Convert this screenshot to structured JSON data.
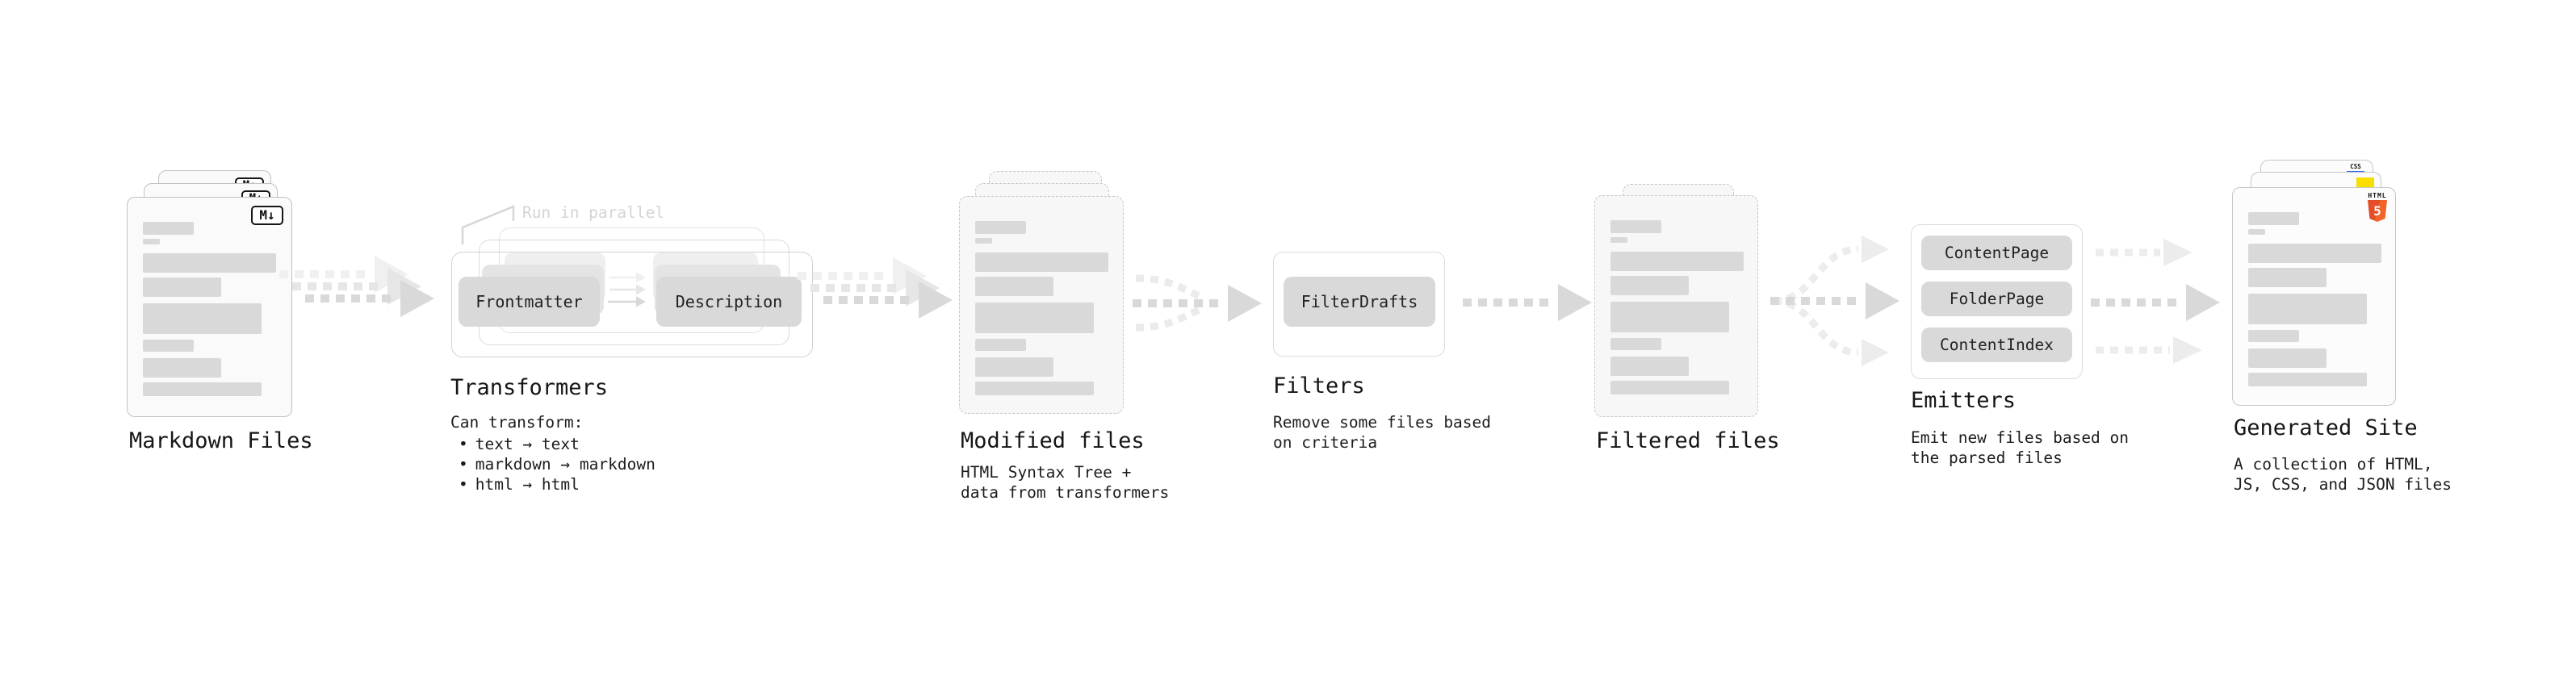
{
  "markdown_files": {
    "label": "Markdown Files",
    "file_icon": "M↓"
  },
  "transformers": {
    "label": "Transformers",
    "parallel_note": "Run in parallel",
    "input_pill": "Frontmatter",
    "output_pill": "Description",
    "caption_heading": "Can transform:",
    "bullets": [
      "text → text",
      "markdown → markdown",
      "html → html"
    ]
  },
  "modified_files": {
    "label": "Modified files",
    "caption": "HTML Syntax Tree +\ndata from transformers"
  },
  "filters": {
    "label": "Filters",
    "pill": "FilterDrafts",
    "caption": "Remove some files based\non criteria"
  },
  "filtered_files": {
    "label": "Filtered files"
  },
  "emitters": {
    "label": "Emitters",
    "pills": [
      "ContentPage",
      "FolderPage",
      "ContentIndex"
    ],
    "caption": "Emit new files based on\nthe parsed files"
  },
  "generated_site": {
    "label": "Generated Site",
    "caption": "A collection of HTML,\nJS, CSS, and JSON files",
    "html5_badge_text": "HTML",
    "html5_badge_number": "5",
    "css_badge_text": "CSS"
  },
  "colors": {
    "html5_orange": "#e44d26",
    "js_yellow": "#f8df00",
    "css_blue": "#2b66f6",
    "bar_gray": "#d9d9d9",
    "arrow_gray": "#d9d9d9"
  }
}
